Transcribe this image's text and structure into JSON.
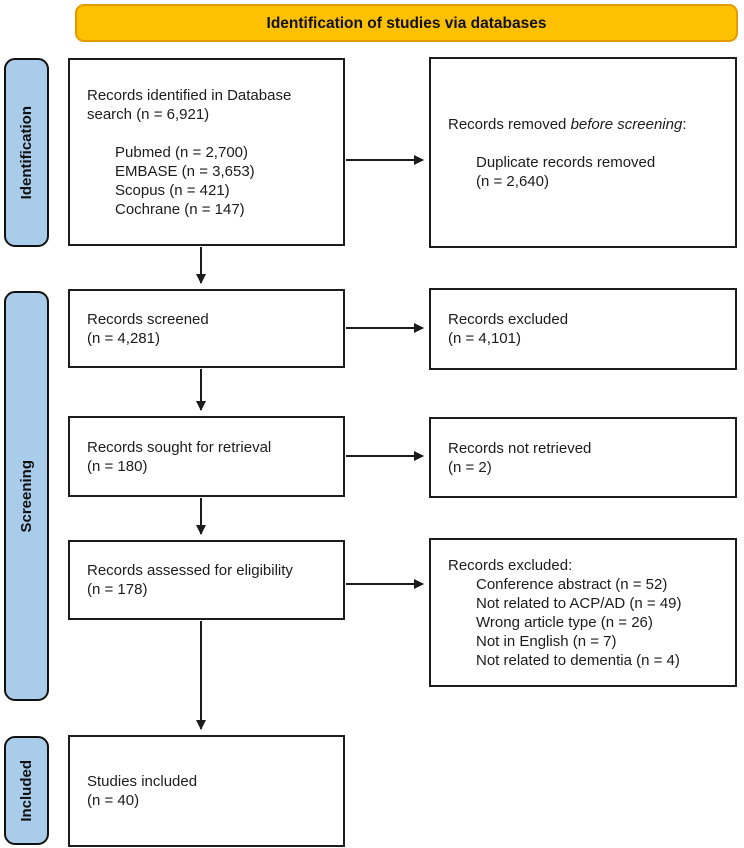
{
  "banner": {
    "title": "Identification of studies via databases"
  },
  "stages": [
    {
      "label": "Identification"
    },
    {
      "label": "Screening"
    },
    {
      "label": "Included"
    }
  ],
  "boxes": {
    "records_identified": {
      "title": "Records identified in Database search (n = 6,921)",
      "sources": [
        "Pubmed (n = 2,700)",
        "EMBASE (n = 3,653)",
        "Scopus (n = 421)",
        "Cochrane (n = 147)"
      ]
    },
    "records_removed": {
      "prefix": "Records removed ",
      "emphasis": "before screening",
      "suffix": ":",
      "detail_line1": "Duplicate records removed",
      "detail_line2": "(n = 2,640)"
    },
    "records_screened": {
      "label": "Records screened",
      "count": "(n = 4,281)"
    },
    "records_excluded_screening": {
      "label": "Records excluded",
      "count": "(n = 4,101)"
    },
    "records_sought": {
      "label": "Records sought for retrieval",
      "count": "(n = 180)"
    },
    "records_not_retrieved": {
      "label": "Records not retrieved",
      "count": "(n = 2)"
    },
    "records_assessed": {
      "label": "Records assessed for eligibility",
      "count": "(n = 178)"
    },
    "records_excluded_eligibility": {
      "title": "Records excluded:",
      "reasons": [
        "Conference abstract (n = 52)",
        "Not related to ACP/AD (n = 49)",
        "Wrong article type (n = 26)",
        "Not in English (n = 7)",
        "Not related to dementia (n = 4)"
      ]
    },
    "studies_included": {
      "label": "Studies included",
      "count": "(n = 40)"
    }
  },
  "colors": {
    "banner_fill": "#fdc101",
    "banner_border": "#e39b00",
    "stage_fill": "#a9cceb",
    "box_border": "#1c1c1c"
  }
}
